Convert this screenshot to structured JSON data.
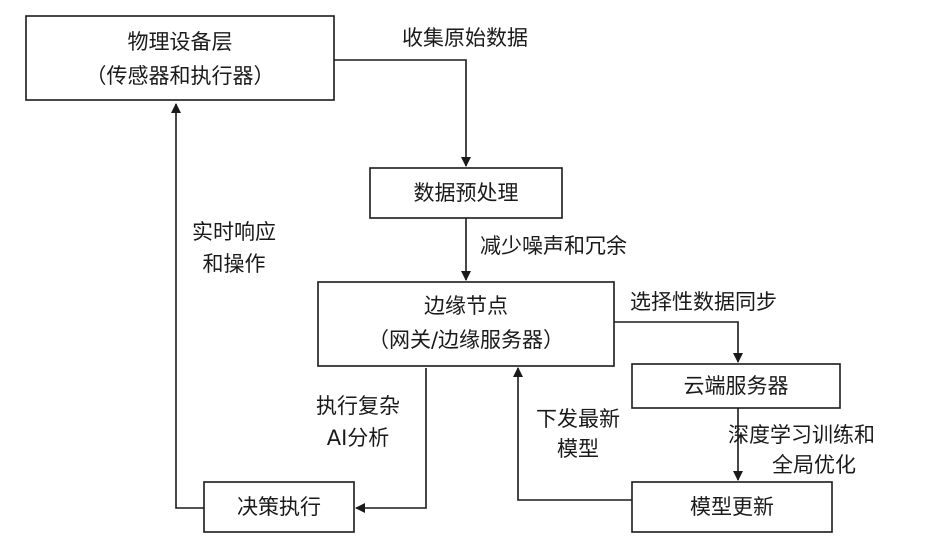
{
  "nodes": {
    "physical_layer": {
      "line1": "物理设备层",
      "line2": "（传感器和执行器）"
    },
    "preprocess": {
      "label": "数据预处理"
    },
    "edge_node": {
      "line1": "边缘节点",
      "line2": "（网关/边缘服务器）"
    },
    "cloud_server": {
      "label": "云端服务器"
    },
    "decision": {
      "label": "决策执行"
    },
    "model_update": {
      "label": "模型更新"
    }
  },
  "edges": {
    "collect": {
      "label": "收集原始数据"
    },
    "reduce": {
      "label": "减少噪声和冗余"
    },
    "sync": {
      "label": "选择性数据同步"
    },
    "train": {
      "line1": "深度学习训练和",
      "line2": "全局优化"
    },
    "deploy": {
      "line1": "下发最新",
      "line2": "模型"
    },
    "analyze": {
      "line1": "执行复杂",
      "line2": "AI分析"
    },
    "respond": {
      "line1": "实时响应",
      "line2": "和操作"
    }
  },
  "colors": {
    "stroke": "#1a1a1a",
    "text": "#1a1a1a",
    "background": "#ffffff"
  }
}
